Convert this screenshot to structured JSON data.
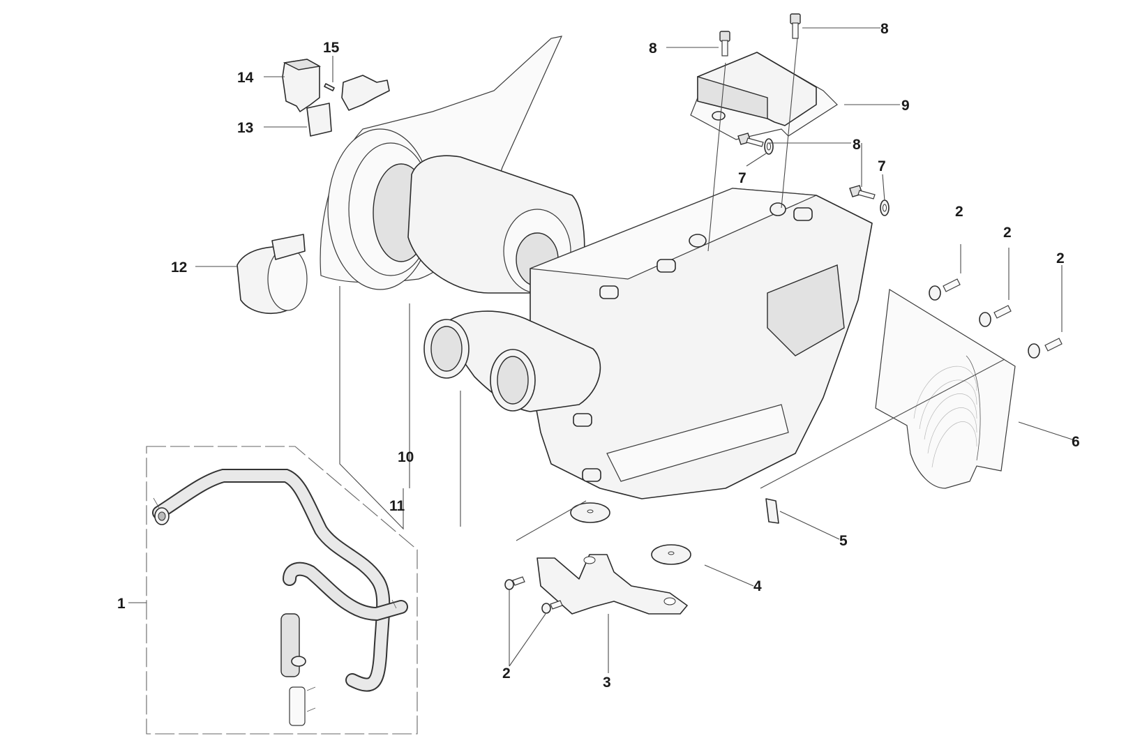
{
  "diagram": {
    "type": "exploded-parts-view",
    "subject": "air filter box assembly",
    "callouts": [
      {
        "id": "c1",
        "label": "1",
        "part": "breather-hose-kit"
      },
      {
        "id": "c2a",
        "label": "2",
        "part": "screw"
      },
      {
        "id": "c2b",
        "label": "2",
        "part": "screw"
      },
      {
        "id": "c2c",
        "label": "2",
        "part": "screw"
      },
      {
        "id": "c2d",
        "label": "2",
        "part": "screw"
      },
      {
        "id": "c3",
        "label": "3",
        "part": "mounting-bracket"
      },
      {
        "id": "c4",
        "label": "4",
        "part": "rubber-washer"
      },
      {
        "id": "c5",
        "label": "5",
        "part": "clip-nut"
      },
      {
        "id": "c6",
        "label": "6",
        "part": "side-cover-plate"
      },
      {
        "id": "c7a",
        "label": "7",
        "part": "washer"
      },
      {
        "id": "c7b",
        "label": "7",
        "part": "washer"
      },
      {
        "id": "c8a",
        "label": "8",
        "part": "screw"
      },
      {
        "id": "c8b",
        "label": "8",
        "part": "screw"
      },
      {
        "id": "c8c",
        "label": "8",
        "part": "screw"
      },
      {
        "id": "c8d",
        "label": "8",
        "part": "screw"
      },
      {
        "id": "c9",
        "label": "9",
        "part": "control-unit"
      },
      {
        "id": "c10",
        "label": "10",
        "part": "filter-element"
      },
      {
        "id": "c11",
        "label": "11",
        "part": "filter-cover-gasket"
      },
      {
        "id": "c12",
        "label": "12",
        "part": "drain-cap"
      },
      {
        "id": "c13",
        "label": "13",
        "part": "relay-holder"
      },
      {
        "id": "c14",
        "label": "14",
        "part": "relay"
      },
      {
        "id": "c15",
        "label": "15",
        "part": "screw-small"
      }
    ]
  }
}
